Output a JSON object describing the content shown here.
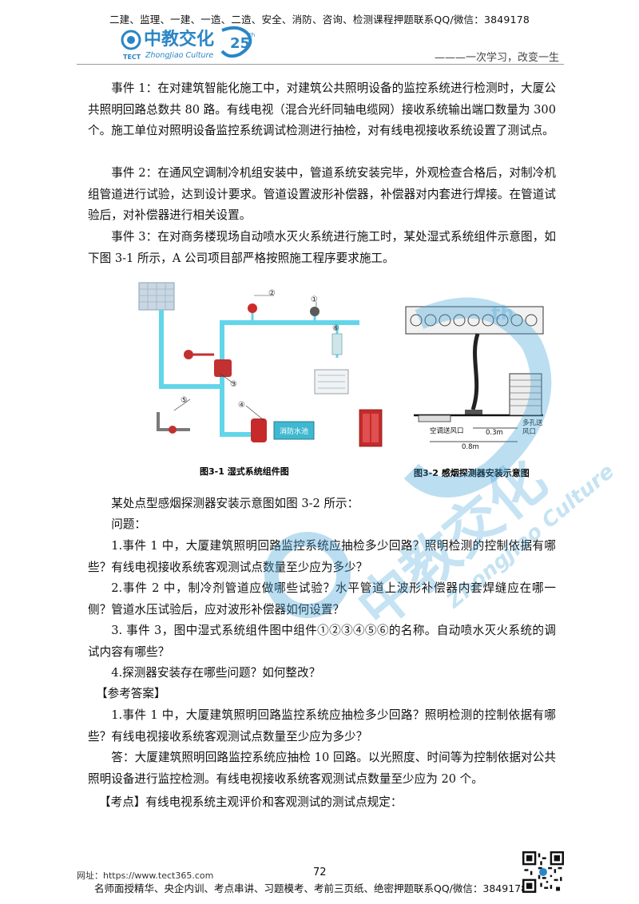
{
  "header": {
    "top_text": "二建、监理、一建、一造、二造、安全、消防、咨询、检测课程押题联系QQ/微信：3849178",
    "logo_cn": "中教交化",
    "logo_en": "ZhongJiao Culture",
    "logo_tect": "TECT",
    "logo_th": "th",
    "slogan": "———一次学习，改变一生"
  },
  "body": {
    "event1": "事件 1：在对建筑智能化施工中，对建筑公共照明设备的监控系统进行检测时，大厦公共照明回路总数共 80 路。有线电视（混合光纤同轴电缆网）接收系统输出端口数量为 300 个。施工单位对照明设备监控系统调试检测进行抽检，对有线电视接收系统设置了测试点。",
    "event2": "事件 2：在通风空调制冷机组安装中，管道系统安装完毕，外观检查合格后，对制冷机组管道进行试验，达到设计要求。管道设置波形补偿器，补偿器对内套进行焊接。在管道试验后，对补偿器进行相关设置。",
    "event3": "事件 3：在对商务楼现场自动喷水灭火系统进行施工时，某处湿式系统组件示意图，如下图 3-1 所示，A 公司项目部严格按照施工程序要求施工。",
    "fig_intro": "某处点型感烟探测器安装示意图如图 3-2 所示：",
    "questions_title": "问题：",
    "q1": "1.事件 1 中，大厦建筑照明回路监控系统应抽检多少回路？照明检测的控制依据有哪些？有线电视接收系统客观测试点数量至少应为多少？",
    "q2": "2.事件 2 中，制冷剂管道应做哪些试验？水平管道上波形补偿器内套焊缝应在哪一侧？管道水压试验后，应对波形补偿器如何设置？",
    "q3": "3.  事件 3，图中湿式系统组件图中组件①②③④⑤⑥的名称。自动喷水灭火系统的调试内容有哪些？",
    "q4": "4.探测器安装存在哪些问题？如何整改？",
    "answer_title": "【参考答案】",
    "a1_q": "1.事件 1 中，大厦建筑照明回路监控系统应抽检多少回路？照明检测的控制依据有哪些？有线电视接收系统客观测试点数量至少应为多少？",
    "a1": "答：大厦建筑照明回路监控系统应抽检 10 回路。以光照度、时间等为控制依据对公共照明设备进行监控检测。有线电视接收系统客观测试点数量至少应为 20 个。",
    "kaodian": "【考点】有线电视系统主观评价和客观测试的测试点规定："
  },
  "figure": {
    "caption1": "图3-1  湿式系统组件图",
    "caption2": "图3-2  感烟探测器安装示意图",
    "labels": [
      "①",
      "②",
      "③",
      "④",
      "⑤",
      "⑥"
    ],
    "tank_label": "消防水池",
    "det_label_left": "空调送风口",
    "det_label_right_1": "多孔送",
    "det_label_right_2": "风口",
    "dim_1": "0.3m",
    "dim_2": "0.8m"
  },
  "footer": {
    "page_number": "72",
    "url_text": "网址：https://www.tect365.com",
    "bottom_text": "名师面授精华、央企内训、考点串讲、习题模考、考前三页纸、绝密押题联系QQ/微信：3849178"
  },
  "colors": {
    "brand": "#2b86c5",
    "pipe": "#62d5ea",
    "watermark": "#3fa0d8"
  }
}
